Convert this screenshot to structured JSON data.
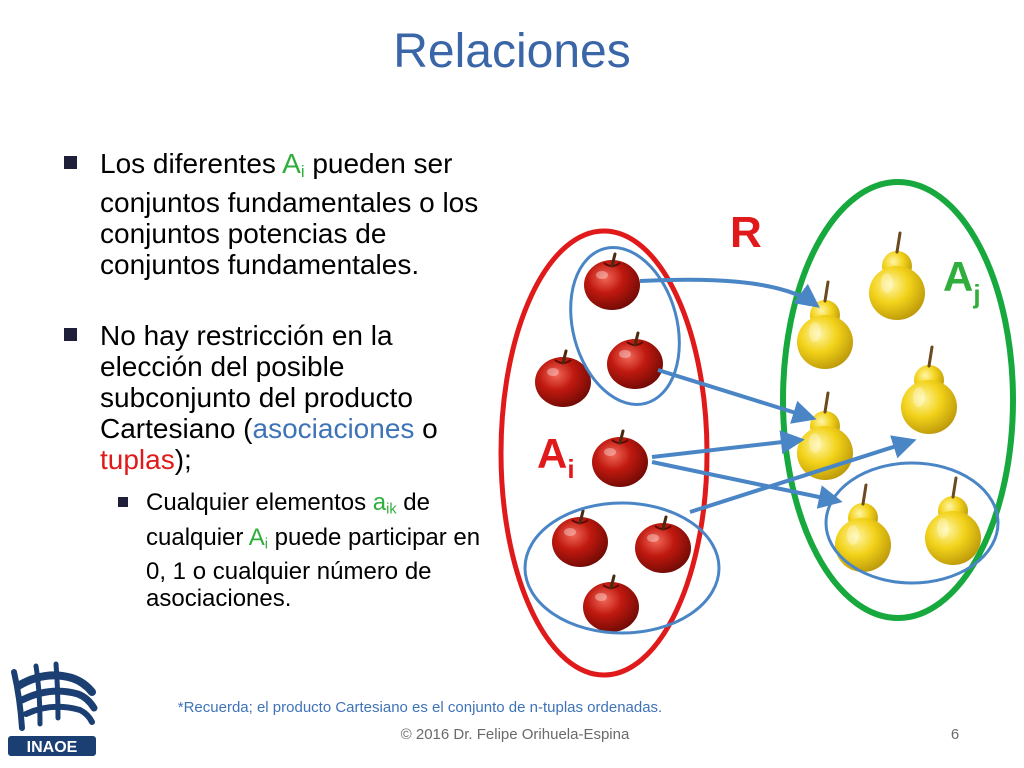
{
  "title": "Relaciones",
  "bullets": [
    {
      "pre": "Los diferentes ",
      "set_letter": "A",
      "set_sub": "i",
      "post": " pueden ser conjuntos fundamentales o los conjuntos potencias de conjuntos fundamentales."
    },
    {
      "pre": "No hay restricción en la elección del posible subconjunto del producto Cartesiano (",
      "term1": "asociaciones",
      "mid": " o ",
      "term2": "tuplas",
      "post": ");",
      "sub_bullet": {
        "pre": "Cualquier elementos ",
        "elem_letter": "a",
        "elem_sub": "ik",
        "mid": " de cualquier ",
        "set_letter": "A",
        "set_sub": "i",
        "post": " puede participar en 0, 1 o cualquier número de asociaciones."
      }
    }
  ],
  "diagram": {
    "relation_label": "R",
    "left_set": {
      "letter": "A",
      "sub": "i",
      "color": "#e01a1a"
    },
    "right_set": {
      "letter": "A",
      "sub": "j",
      "color": "#2fae3c"
    },
    "arrow_color": "#4a86c5",
    "apple_color": "#c0190f",
    "pear_color": "#f2d219"
  },
  "footnote": "*Recuerda; el producto Cartesiano es el conjunto de n-tuplas ordenadas.",
  "footer": "© 2016 Dr. Felipe Orihuela-Espina",
  "page_number": "6",
  "logo_text": "INAOE"
}
